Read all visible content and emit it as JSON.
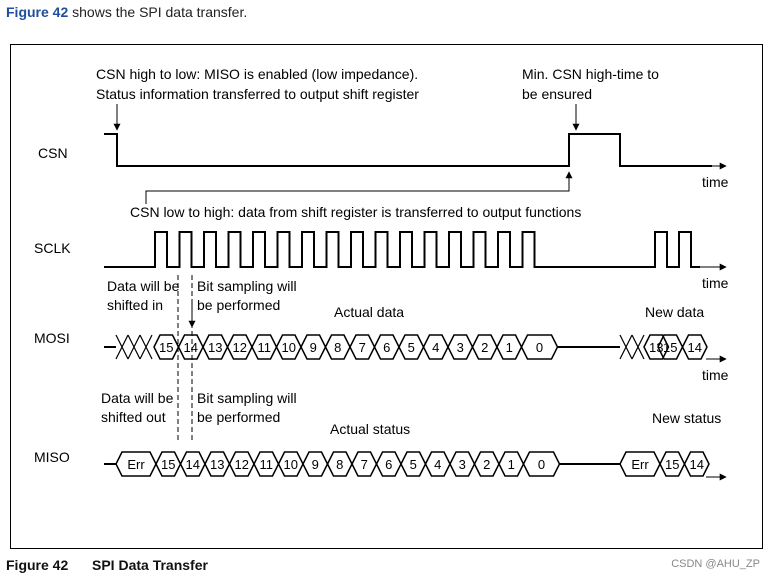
{
  "intro": {
    "figure_ref": "Figure 42",
    "text": " shows the SPI data transfer."
  },
  "caption": {
    "label": "Figure 42",
    "title": "SPI Data Transfer"
  },
  "watermark": "CSDN @AHU_ZP",
  "signals": {
    "csn": "CSN",
    "sclk": "SCLK",
    "mosi": "MOSI",
    "miso": "MISO"
  },
  "axis_label": "time",
  "annotations": {
    "csn_high_low_1": "CSN high to low: MISO is enabled (low impedance).",
    "csn_high_low_2": "Status information transferred to output shift register",
    "min_csn_1": "Min. CSN high-time to",
    "min_csn_2": "be ensured",
    "csn_low_high": "CSN low to high: data from shift register is transferred to output functions",
    "mosi_shift_1": "Data will be",
    "mosi_shift_2": "shifted in",
    "miso_shift_1": "Data will be",
    "miso_shift_2": "shifted out",
    "sampling_1": "Bit sampling will",
    "sampling_2": "be performed",
    "actual_data": "Actual data",
    "new_data": "New data",
    "actual_status": "Actual status",
    "new_status": "New status"
  },
  "mosi_cells": [
    "15",
    "14",
    "13",
    "12",
    "11",
    "10",
    "9",
    "8",
    "7",
    "6",
    "5",
    "4",
    "3",
    "2",
    "1",
    "0"
  ],
  "miso_cells": [
    "Err",
    "15",
    "14",
    "13",
    "12",
    "11",
    "10",
    "9",
    "8",
    "7",
    "6",
    "5",
    "4",
    "3",
    "2",
    "1",
    "0"
  ],
  "mosi_new_cells": [
    "13",
    "15",
    "14"
  ],
  "miso_new_cells": [
    "Err",
    "15",
    "14"
  ]
}
